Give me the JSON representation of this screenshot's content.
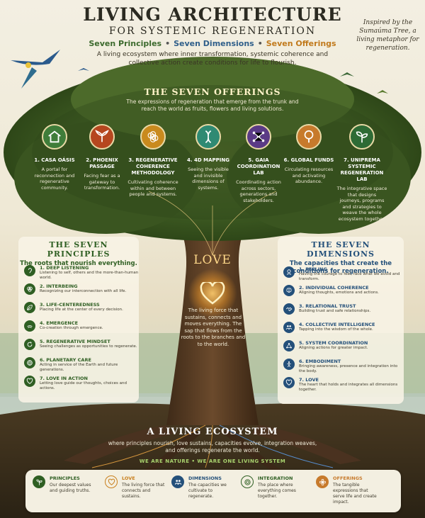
{
  "header": {
    "title": "LIVING ARCHITECTURE",
    "subtitle": "FOR SYSTEMIC REGENERATION",
    "tag1": "Seven Principles",
    "tag2": "Seven Dimensions",
    "tag3": "Seven Offerings",
    "sep": "•",
    "intro": "A living ecosystem where inner transformation, systemic coherence and collective action create conditions for life to flourish."
  },
  "inspired": "Inspired by the Sumaúma Tree, a living metaphor for regeneration.",
  "offerings": {
    "title": "THE SEVEN OFFERINGS",
    "intro": "The expressions of regeneration that emerge from the trunk and reach the world as fruits, flowers and living solutions.",
    "items": [
      {
        "name": "1. CASA OÁSIS",
        "desc": "A portal for reconnection and regenerative community.",
        "color": "#3f7d3a",
        "icon": "house-icon"
      },
      {
        "name": "2. PHOENIX PASSAGE",
        "desc": "Facing fear as a gateway to transformation.",
        "color": "#b6471f",
        "icon": "phoenix-icon"
      },
      {
        "name": "3. REGENERATIVE COHERENCE METHODOLOGY",
        "desc": "Cultivating coherence within and between people and systems.",
        "color": "#c98a1e",
        "icon": "flower-of-life-icon"
      },
      {
        "name": "4. 4D MAPPING",
        "desc": "Seeing the visible and invisible dimensions of systems.",
        "color": "#2f8a73",
        "icon": "dna-icon"
      },
      {
        "name": "5. GAIA COORDINATION LAB",
        "desc": "Coordinating action across sectors, generations and stakeholders.",
        "color": "#5b3b86",
        "icon": "network-icon"
      },
      {
        "name": "6. GLOBAL FUNDS",
        "desc": "Circulating resources and activating abundance.",
        "color": "#c77a2c",
        "icon": "tree-icon"
      },
      {
        "name": "7. UNIPREMA SYSTEMIC REGENERATION LAB",
        "desc": "The integrative space that designs journeys, programs and strategies to weave the whole ecosystem together.",
        "color": "#2e6b35",
        "icon": "sprout-icon"
      }
    ]
  },
  "principles": {
    "title": "THE SEVEN PRINCIPLES",
    "subtitle": "The roots that nourish everything.",
    "items": [
      {
        "title": "1. DEEP LISTENING",
        "desc": "Listening to self, others and the more-than-human world.",
        "icon": "ear-icon"
      },
      {
        "title": "2. INTERBEING",
        "desc": "Recognizing our interconnection with all life.",
        "icon": "interlinked-circles-icon"
      },
      {
        "title": "3. LIFE-CENTEREDNESS",
        "desc": "Placing life at the center of every decision.",
        "icon": "leaf-icon"
      },
      {
        "title": "4. EMERGENCE",
        "desc": "Co-creation through emergence.",
        "icon": "hands-icon"
      },
      {
        "title": "5. REGENERATIVE MINDSET",
        "desc": "Seeing challenges as opportunities to regenerate.",
        "icon": "cycle-icon"
      },
      {
        "title": "6. PLANETARY CARE",
        "desc": "Acting in service of the Earth and future generations.",
        "icon": "globe-icon"
      },
      {
        "title": "7. LOVE IN ACTION",
        "desc": "Letting love guide our thoughts, choices and actions.",
        "icon": "heart-icon"
      }
    ]
  },
  "dimensions": {
    "title": "THE SEVEN DIMENSIONS",
    "subtitle": "The capacities that create the conditions for regeneration.",
    "items": [
      {
        "title": "1. FEELING",
        "desc": "Having the courage to feel, face what we avoid and transform.",
        "icon": "head-icon"
      },
      {
        "title": "2. INDIVIDUAL COHERENCE",
        "desc": "Aligning thoughts, emotions and actions.",
        "icon": "brain-icon"
      },
      {
        "title": "3. RELATIONAL TRUST",
        "desc": "Building trust and safe relationships.",
        "icon": "handshake-icon"
      },
      {
        "title": "4. COLLECTIVE INTELLIGENCE",
        "desc": "Tapping into the wisdom of the whole.",
        "icon": "people-icon"
      },
      {
        "title": "5. SYSTEM COORDINATION",
        "desc": "Aligning actions for greater impact.",
        "icon": "nodes-icon"
      },
      {
        "title": "6. EMBODIMENT",
        "desc": "Bringing awareness, presence and integration into the body.",
        "icon": "figure-icon"
      },
      {
        "title": "7. LOVE",
        "desc": "The heart that holds and integrates all dimensions together.",
        "icon": "heart-icon"
      }
    ]
  },
  "love": {
    "word": "LOVE",
    "text": "The living force that sustains, connects and moves everything. The sap that flows from the roots to the branches and to the world."
  },
  "ecosystem": {
    "title": "A LIVING ECOSYSTEM",
    "text": "where principles nourish, love sustains, capacities evolve, integration weaves, and offerings regenerate the world.",
    "motto": "WE ARE NATURE • WE ARE ONE LIVING SYSTEM"
  },
  "legend": [
    {
      "title": "PRINCIPLES",
      "desc": "Our deepest values and guiding truths.",
      "color": "#2f5f23",
      "icon": "sprout-icon"
    },
    {
      "title": "LOVE",
      "desc": "The living force that connects and sustains.",
      "color": "#c9801f",
      "icon": "heart-icon"
    },
    {
      "title": "DIMENSIONS",
      "desc": "The capacities we cultivate to regenerate.",
      "color": "#24507a",
      "icon": "people-icon"
    },
    {
      "title": "INTEGRATION",
      "desc": "The place where everything comes together.",
      "color": "#2f5f23",
      "icon": "rings-icon"
    },
    {
      "title": "OFFERINGS",
      "desc": "The tangible expressions that serve life and create impact.",
      "color": "#c77a2c",
      "icon": "flower-icon"
    }
  ],
  "colors": {
    "principles": "#2f5f23",
    "dimensions": "#24507a",
    "offerings": "#c77a2c",
    "love": "#ffd98a"
  }
}
